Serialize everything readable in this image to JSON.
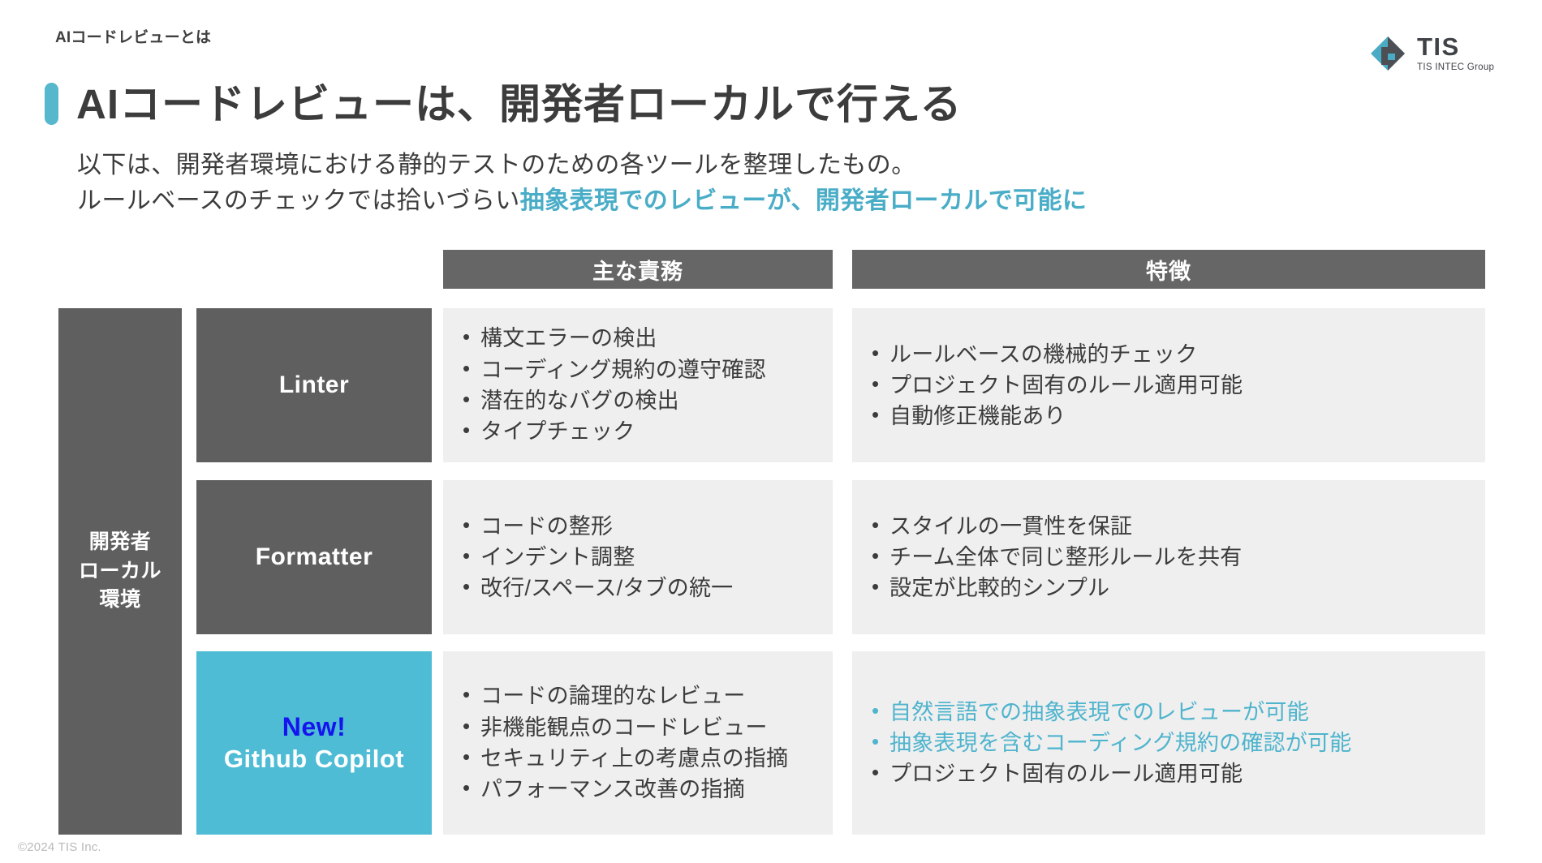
{
  "header": {
    "eyebrow": "AIコードレビューとは",
    "title": "AIコードレビューは、開発者ローカルで行える",
    "lead_line1": "以下は、開発者環境における静的テストのための各ツールを整理したもの。",
    "lead_line2_plain": "ルールベースのチェックでは拾いづらい",
    "lead_line2_highlight": "抽象表現でのレビューが、開発者ローカルで可能に",
    "accent_color": "#56b7cd"
  },
  "logo": {
    "name": "TIS",
    "tagline": "TIS INTEC Group",
    "mark_teal": "#4aacc4",
    "mark_dark": "#4c5055"
  },
  "table": {
    "column_headers": {
      "duty": "主な責務",
      "feature": "特徴"
    },
    "env_label": "開発者\nローカル\n環境",
    "header_bg": "#666666",
    "cell_bg": "#efefef",
    "rows": [
      {
        "tool": "Linter",
        "tool_bg": "#5f5f5f",
        "duties": [
          "構文エラーの検出",
          "コーディング規約の遵守確認",
          "潜在的なバグの検出",
          "タイプチェック"
        ],
        "features": [
          {
            "text": "ルールベースの機械的チェック",
            "highlight": false
          },
          {
            "text": "プロジェクト固有のルール適用可能",
            "highlight": false
          },
          {
            "text": "自動修正機能あり",
            "highlight": false
          }
        ]
      },
      {
        "tool": "Formatter",
        "tool_bg": "#5f5f5f",
        "duties": [
          "コードの整形",
          "インデント調整",
          "改行/スペース/タブの統一"
        ],
        "features": [
          {
            "text": "スタイルの一貫性を保証",
            "highlight": false
          },
          {
            "text": "チーム全体で同じ整形ルールを共有",
            "highlight": false
          },
          {
            "text": "設定が比較的シンプル",
            "highlight": false
          }
        ]
      },
      {
        "tool_badge": "New!",
        "tool": "Github Copilot",
        "tool_bg": "#4fbcd5",
        "badge_color": "#1414ee",
        "duties": [
          "コードの論理的なレビュー",
          "非機能観点のコードレビュー",
          "セキュリティ上の考慮点の指摘",
          "パフォーマンス改善の指摘"
        ],
        "features": [
          {
            "text": "自然言語での抽象表現でのレビューが可能",
            "highlight": true
          },
          {
            "text": "抽象表現を含むコーディング規約の確認が可能",
            "highlight": true
          },
          {
            "text": "プロジェクト固有のルール適用可能",
            "highlight": false
          }
        ]
      }
    ]
  },
  "footer": {
    "copyright": "©2024 TIS Inc."
  }
}
